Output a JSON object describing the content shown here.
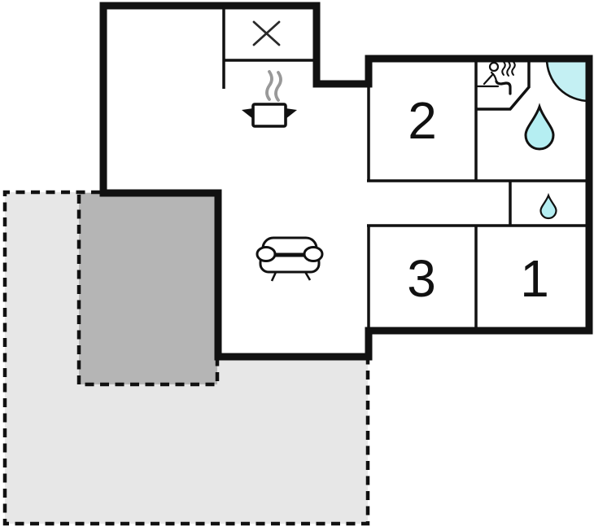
{
  "rooms": [
    {
      "label": "2"
    },
    {
      "label": "3"
    },
    {
      "label": "1"
    }
  ],
  "colors": {
    "wall": "#111111",
    "water_fill": "#b5eef2",
    "corner_shower_fill": "#c4f0f3",
    "terrace_light": "#e7e7e7",
    "terrace_dark": "#b5b5b5",
    "steam": "#999999"
  },
  "icons": [
    "hob-x-icon",
    "cooking-pot-icon",
    "sofa-icon",
    "sauna-icon",
    "shower-drop-icon",
    "wc-drop-icon",
    "corner-shower-icon"
  ]
}
